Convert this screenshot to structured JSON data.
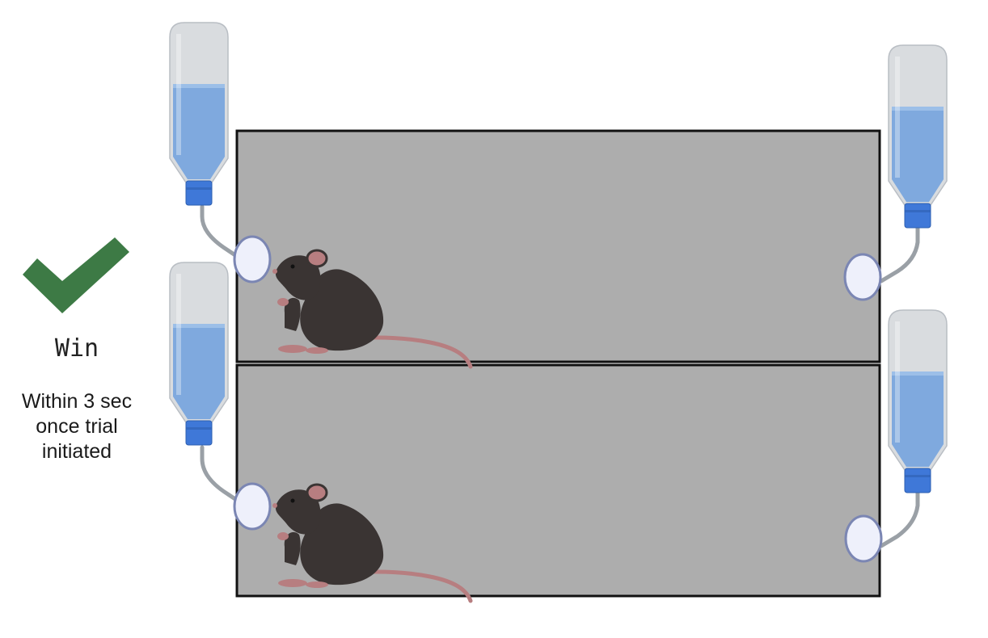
{
  "outcome": {
    "label": "Win",
    "condition_lines": [
      "Within 3 sec",
      "once trial",
      "initiated"
    ],
    "check_color": "#3d7a45",
    "icon": "checkmark-icon"
  },
  "colors": {
    "chamber_fill": "#adadad",
    "chamber_stroke": "#111111",
    "water": "#7fa9de",
    "bottle_glass": "#d9dcdf",
    "bottle_cap": "#3f78d8",
    "port_fill": "#eef0fb",
    "port_stroke": "#7b86b3",
    "mouse_body": "#3a3433",
    "mouse_pink": "#b77e80"
  },
  "chambers": [
    {
      "id": "chamber-top",
      "mouse": "mouse-icon"
    },
    {
      "id": "chamber-bottom",
      "mouse": "mouse-icon"
    }
  ],
  "bottles": [
    {
      "id": "bottle-left-top",
      "icon": "water-bottle-icon"
    },
    {
      "id": "bottle-left-bottom",
      "icon": "water-bottle-icon"
    },
    {
      "id": "bottle-right-top",
      "icon": "water-bottle-icon"
    },
    {
      "id": "bottle-right-bottom",
      "icon": "water-bottle-icon"
    }
  ]
}
